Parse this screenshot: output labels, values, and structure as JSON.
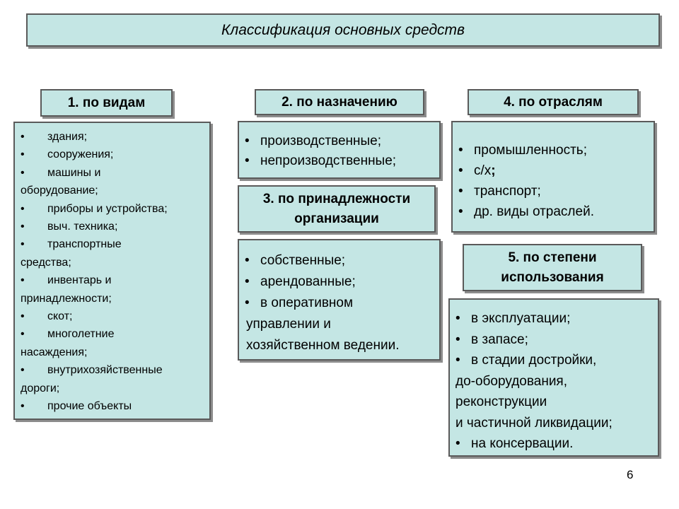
{
  "title": "Классификация основных средств",
  "bullet_char": "•",
  "page_number": "6",
  "categories": [
    {
      "header": "1. по видам",
      "items": [
        {
          "text": "здания;"
        },
        {
          "text": "сооружения;"
        },
        {
          "text": "машины и",
          "cont": "оборудование;"
        },
        {
          "text": "приборы и устройства;"
        },
        {
          "text": "выч. техника;"
        },
        {
          "text": "транспортные",
          "cont": "средства;"
        },
        {
          "text": "инвентарь и",
          "cont": "принадлежности;"
        },
        {
          "text": "скот;"
        },
        {
          "text": "многолетние",
          "cont": "насаждения;"
        },
        {
          "text": "внутрихозяйственные",
          "cont": "дороги;"
        },
        {
          "text": "прочие объекты"
        }
      ]
    },
    {
      "header": "2. по назначению",
      "items": [
        {
          "text": "производственные;"
        },
        {
          "text": "непроизводственные;"
        }
      ]
    },
    {
      "header_lines": [
        "3. по принадлежности",
        "организации"
      ],
      "items": [
        {
          "text": "собственные;"
        },
        {
          "text": "арендованные;"
        },
        {
          "text": "в оперативном",
          "cont": [
            "управлении и",
            "хозяйственном ведении."
          ]
        }
      ]
    },
    {
      "header": "4. по отраслям",
      "items": [
        {
          "text": "промышленность;"
        },
        {
          "text": "с/х",
          "strong": ";"
        },
        {
          "text": "транспорт;"
        },
        {
          "text": "др. виды отраслей."
        }
      ]
    },
    {
      "header_lines": [
        "5. по степени",
        "использования"
      ],
      "items": [
        {
          "text": "в эксплуатации;"
        },
        {
          "text": "в запасе;"
        },
        {
          "text": "в стадии достройки,",
          "cont": [
            "до-оборудования,",
            "реконструкции",
            "и частичной ликвидации;"
          ]
        },
        {
          "text": "на консервации."
        }
      ]
    }
  ]
}
